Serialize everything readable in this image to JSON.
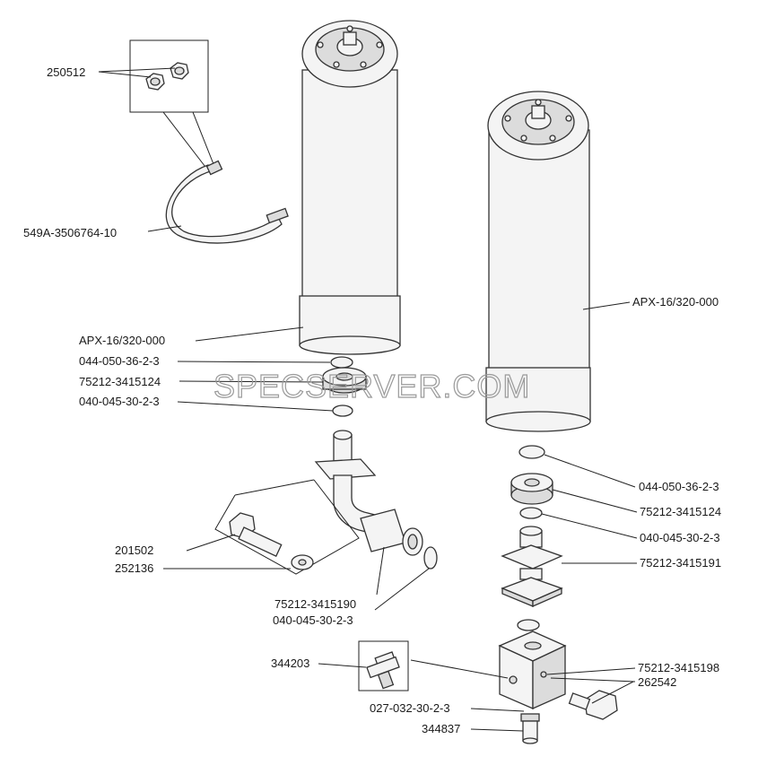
{
  "watermark": "SPECSERVER.COM",
  "labels": {
    "nut": "250512",
    "clamp": "549A-3506764-10",
    "cyl_left": "APX-16/320-000",
    "cyl_right": "APX-16/320-000",
    "ring_l1": "044-050-36-2-3",
    "cap_l": "75212-3415124",
    "ring_l2": "040-045-30-2-3",
    "bolt": "201502",
    "washer": "252136",
    "pipe": "75212-3415190",
    "ring_pipe": "040-045-30-2-3",
    "ring_r1": "044-050-36-2-3",
    "cap_r": "75212-3415124",
    "ring_r2": "040-045-30-2-3",
    "flange_r": "75212-3415191",
    "tee": "344203",
    "block": "75212-3415198",
    "plug": "262542",
    "ring_r3": "027-032-30-2-3",
    "fitting": "344837"
  }
}
